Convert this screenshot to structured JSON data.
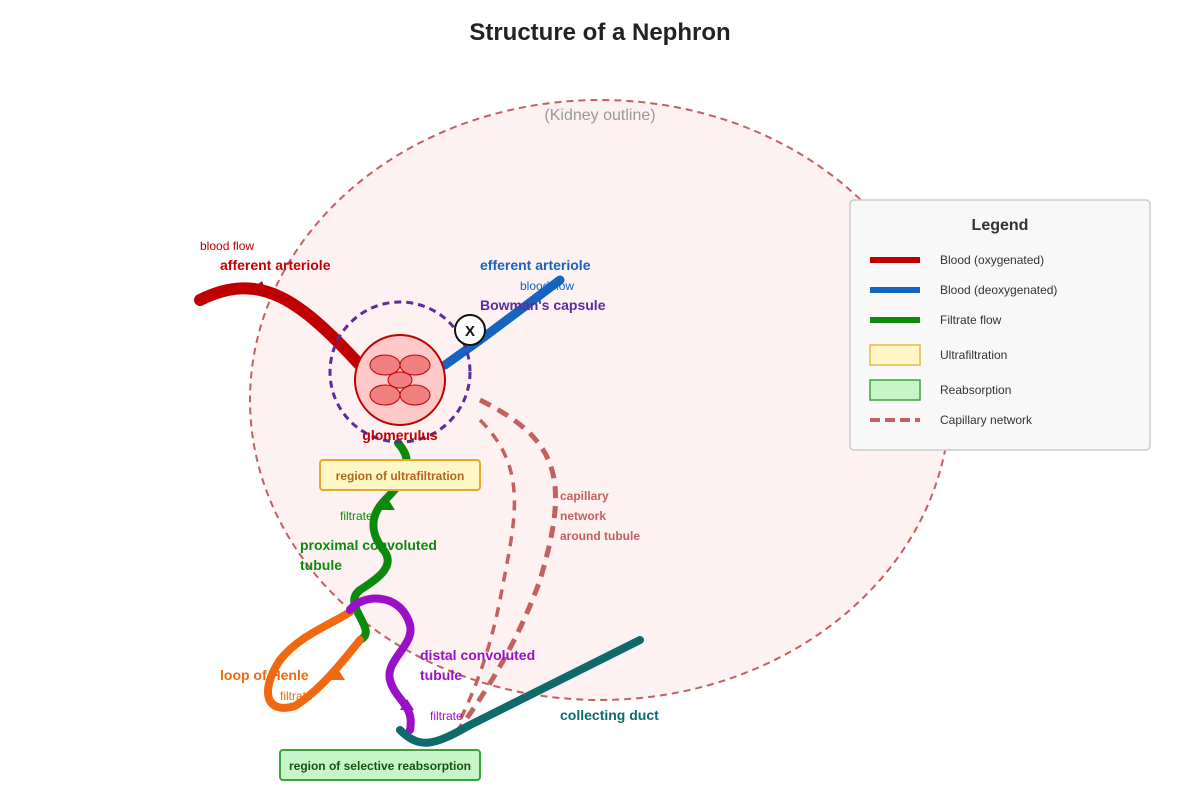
{
  "title": "Structure of a Nephron",
  "kidney_outline_label": "(Kidney outline)",
  "labels": {
    "afferent_arteriole": "afferent arteriole",
    "efferent_arteriole": "efferent arteriole",
    "bowmans_capsule": "Bowman's capsule",
    "glomerulus": "glomerulus",
    "proximal_line1": "proximal convoluted",
    "proximal_line2": "tubule",
    "loop_of_henle": "loop of Henle",
    "distal_line1": "distal convoluted",
    "distal_line2": "tubule",
    "collecting_duct": "collecting duct",
    "capillary_line1": "capillary",
    "capillary_line2": "network",
    "capillary_line3": "around tubule",
    "blood_flow_afferent": "blood flow",
    "blood_flow_efferent": "blood flow",
    "filtrate_pct": "filtrate",
    "filtrate_loop": "filtrate",
    "filtrate_dct": "filtrate",
    "x_marker": "X"
  },
  "regions": {
    "ultrafiltration": "region of ultrafiltration",
    "reabsorption": "region of selective reabsorption"
  },
  "legend": {
    "title": "Legend",
    "items": [
      {
        "label": "Blood (oxygenated)",
        "kind": "line",
        "color": "#c00000"
      },
      {
        "label": "Blood (deoxygenated)",
        "kind": "line",
        "color": "#1565c0"
      },
      {
        "label": "Filtrate flow",
        "kind": "line",
        "color": "#0d8a0d"
      },
      {
        "label": "Ultrafiltration",
        "kind": "box",
        "color": "#fff8c4",
        "border": "#e8b84a"
      },
      {
        "label": "Reabsorption",
        "kind": "box",
        "color": "#c8f5c8",
        "border": "#3aa63a"
      },
      {
        "label": "Capillary network",
        "kind": "dash",
        "color": "#c46060"
      }
    ]
  },
  "colors": {
    "oxygenated": "#c00000",
    "deoxygenated": "#1565c0",
    "filtrate": "#0d8a0d",
    "loop": "#f0680f",
    "distal": "#9a10c8",
    "collecting": "#0f6b6b",
    "capillary": "#c46060",
    "capsule": "#5b2d9a",
    "kidney_fill": "#fdf0f0"
  }
}
